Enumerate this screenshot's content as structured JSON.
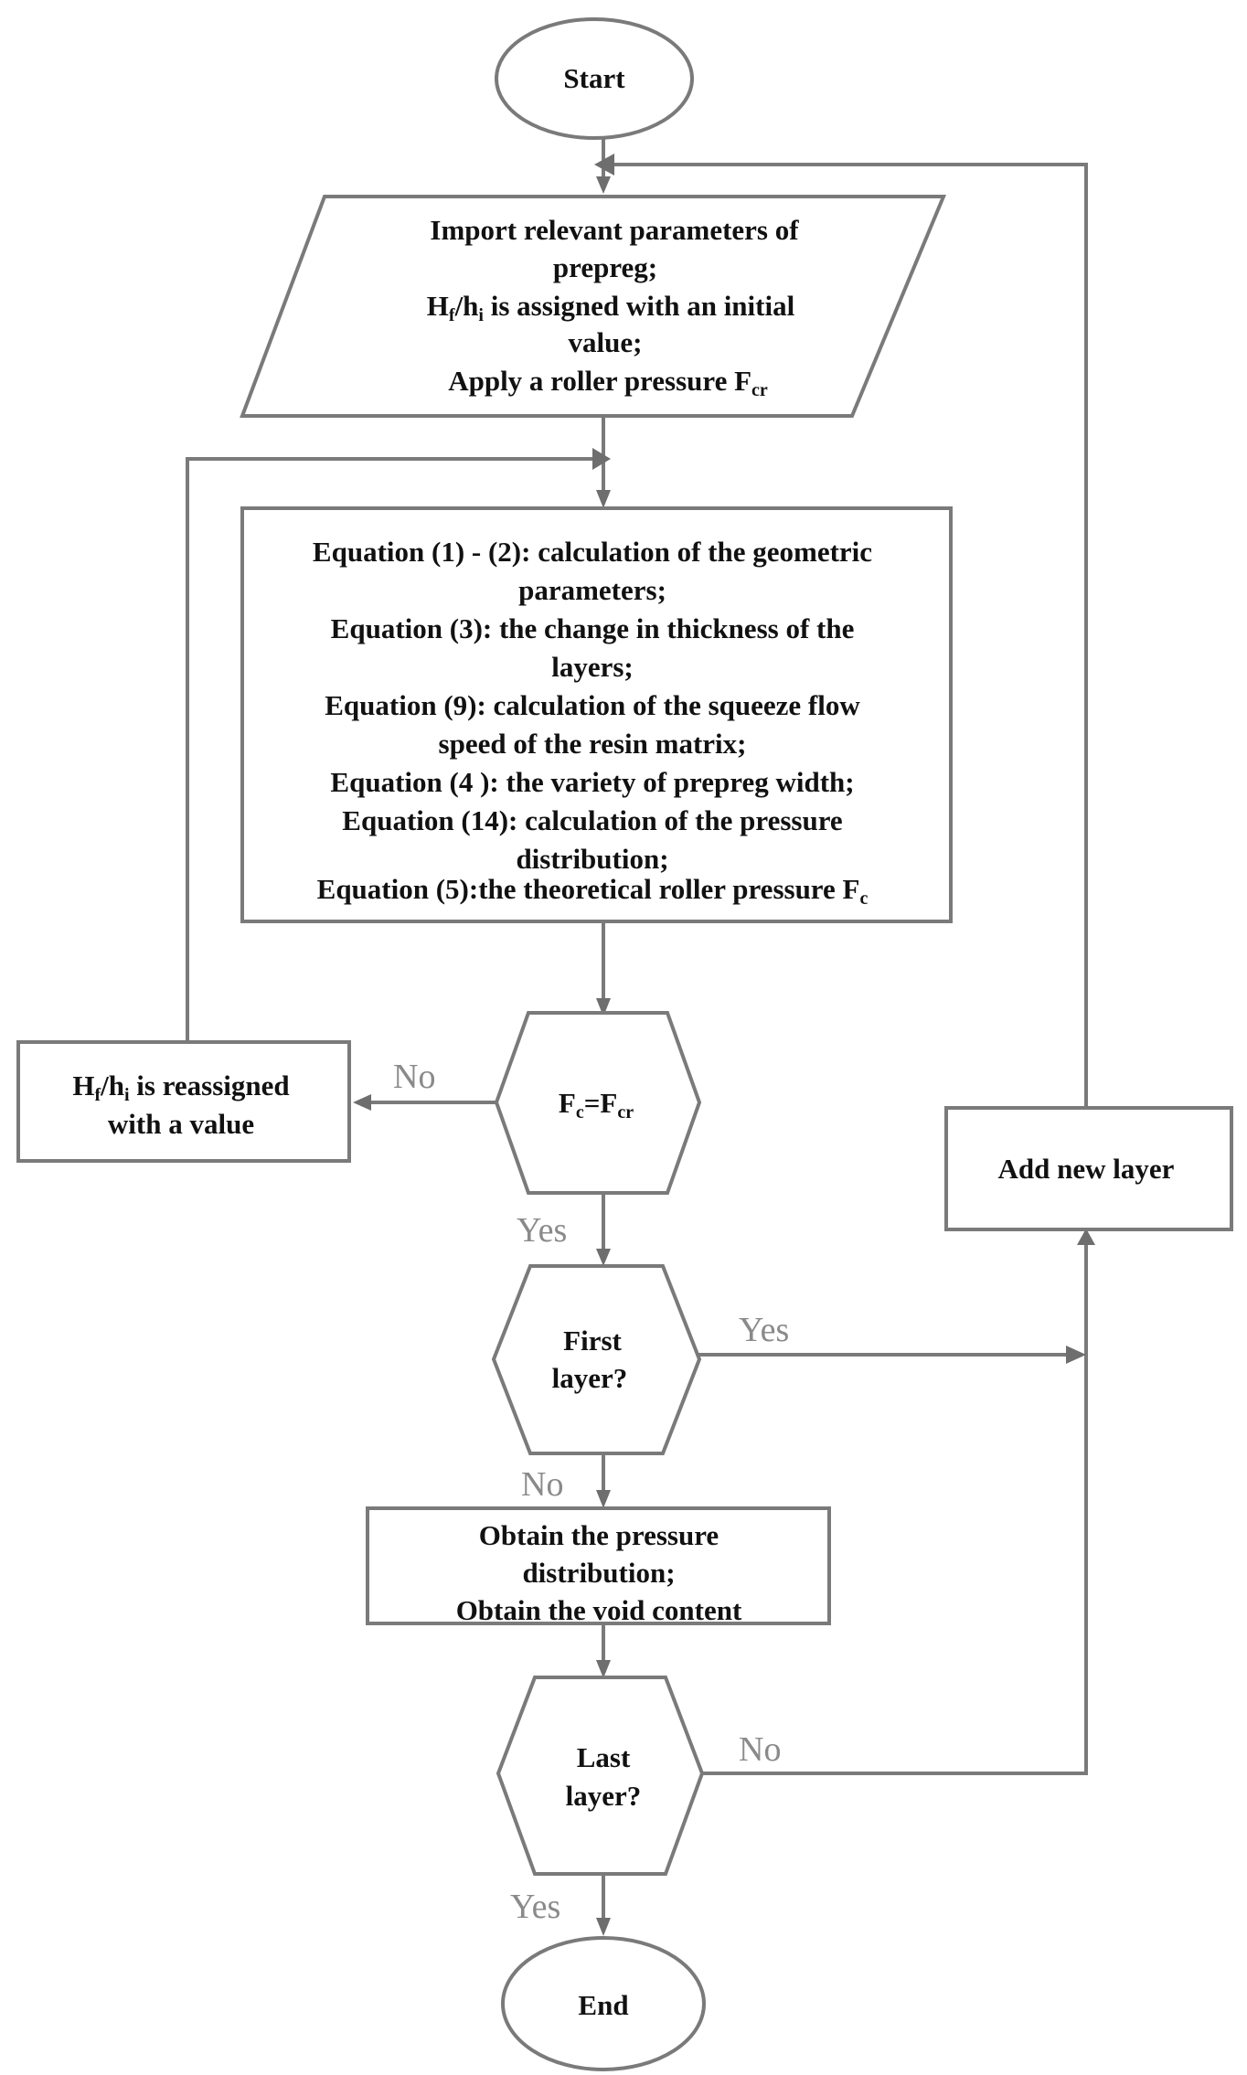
{
  "start": {
    "label": "Start"
  },
  "input": {
    "line1": "Import relevant parameters of",
    "line2": "prepreg;",
    "line3_H": "H",
    "line3_Hsub": "f",
    "line3_h": "/h",
    "line3_hsub": "i",
    "line3_rest": " is assigned with an initial",
    "line4": "value;",
    "line5": "Apply a roller pressure F",
    "line5_sub": "cr"
  },
  "process": {
    "lines": [
      "Equation (1) - (2):   calculation of the geometric",
      "parameters;",
      "Equation (3): the change in thickness of the",
      "layers;",
      "Equation (9): calculation of the squeeze flow",
      "speed of the resin matrix;",
      "Equation (4 ): the variety of prepreg width;",
      "Equation (14): calculation of the pressure",
      "distribution;"
    ],
    "last_line": "Equation (5):the theoretical roller pressure F",
    "last_line_sub": "c"
  },
  "decision_force": {
    "F1": "F",
    "F1_sub": "c",
    "eq": "=F",
    "F2_sub": "cr"
  },
  "reassign": {
    "H": "H",
    "Hsub": "f",
    "h": "/h",
    "hsub": "i",
    "rest": " is reassigned",
    "line2": "with a value"
  },
  "decision_first": {
    "line1": "First",
    "line2": "layer?"
  },
  "obtain": {
    "line1": "Obtain the pressure",
    "line2": "distribution;",
    "line3": "Obtain the  void content"
  },
  "decision_last": {
    "line1": "Last",
    "line2": "layer?"
  },
  "add_layer": {
    "label": "Add new layer"
  },
  "end": {
    "label": "End"
  },
  "edge_labels": {
    "no_force": "No",
    "yes_force": "Yes",
    "yes_first": "Yes",
    "no_first": "No",
    "no_last": "No",
    "yes_last": "Yes"
  }
}
